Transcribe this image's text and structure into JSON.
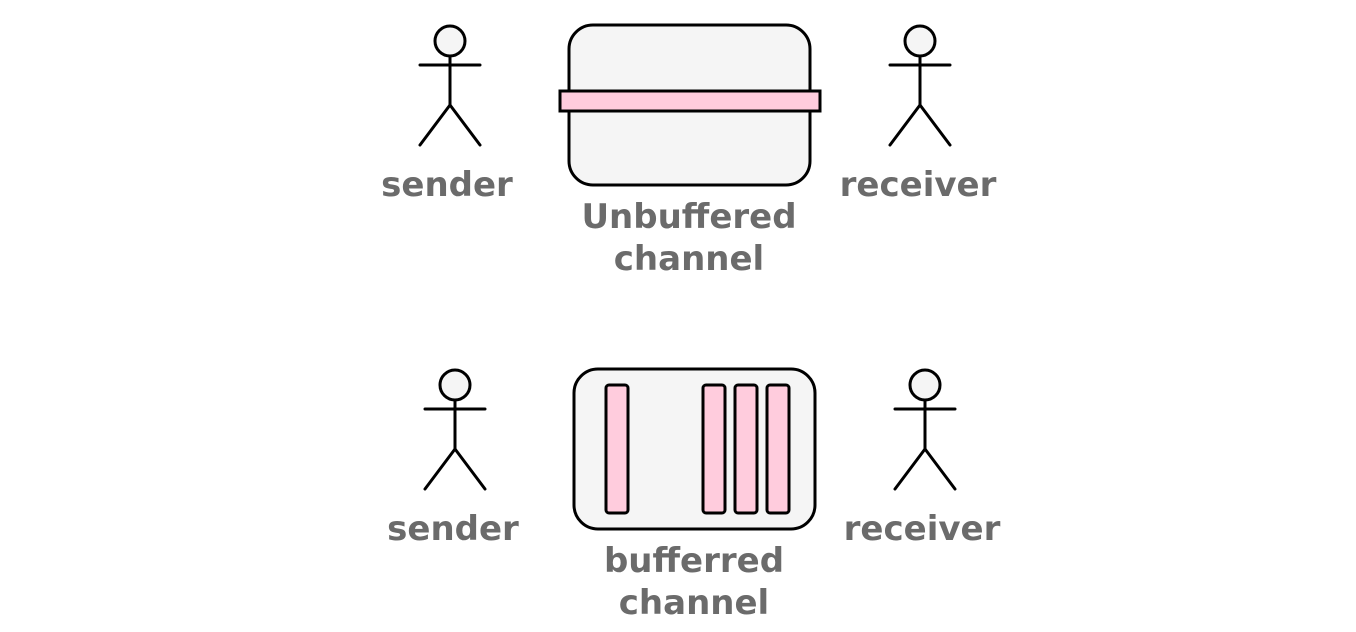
{
  "colors": {
    "channel_fill": "#f5f5f5",
    "slot_fill": "#ffccdd",
    "outline": "#000000",
    "label": "#6b6b6b"
  },
  "icons": [
    "stick-figure-icon"
  ],
  "unbuffered": {
    "sender_label": "sender",
    "receiver_label": "receiver",
    "channel_label_line1": "Unbuffered",
    "channel_label_line2": "channel"
  },
  "buffered": {
    "sender_label": "sender",
    "receiver_label": "receiver",
    "channel_label_line1": "bufferred",
    "channel_label_line2": "channel",
    "slot_count": 4
  }
}
